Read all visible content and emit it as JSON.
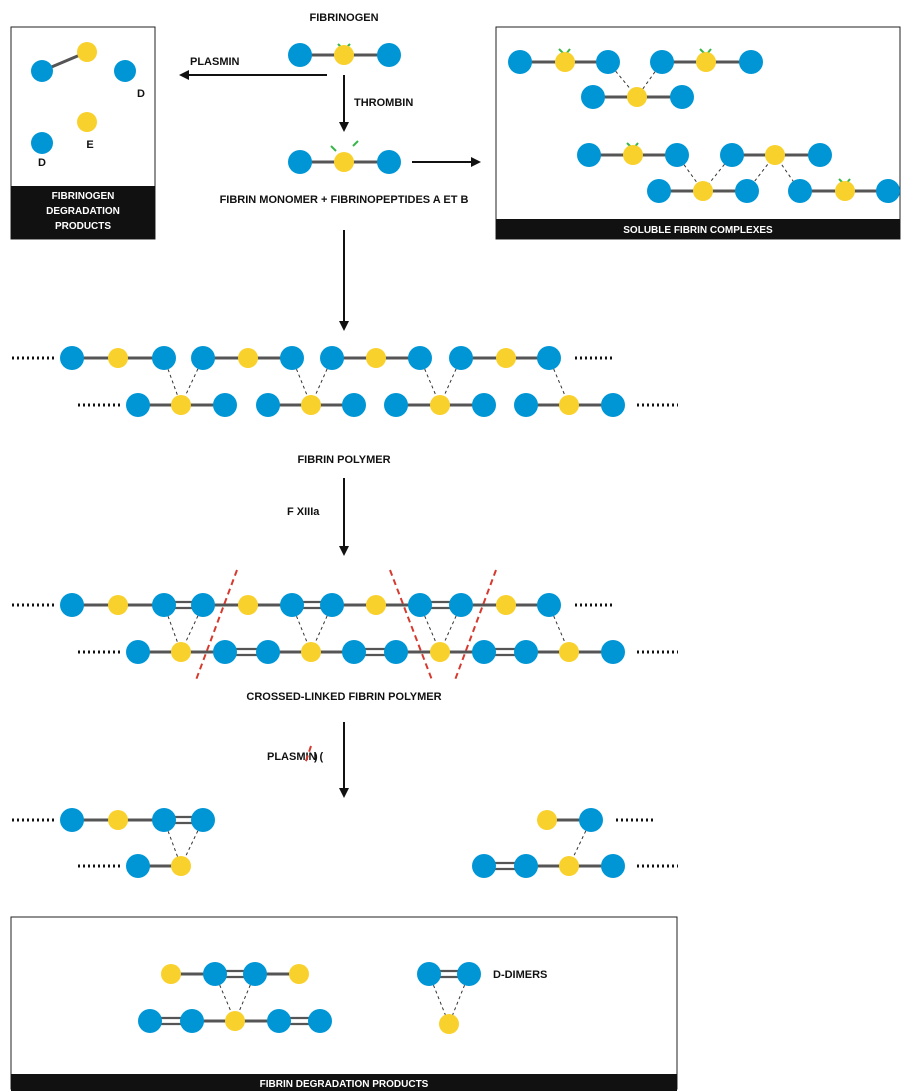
{
  "labels": {
    "fibrinogen": "FIBRINOGEN",
    "plasmin_top": "PLASMIN",
    "thrombin": "THROMBIN",
    "d_label_1": "D",
    "d_label_2": "D",
    "e_label": "E",
    "monomer": "FIBRIN MONOMER + FIBRINOPEPTIDES A ET B",
    "fibrin_polymer": "FIBRIN POLYMER",
    "f13a": "F XIIIa",
    "crosslinked": "CROSSED-LINKED FIBRIN POLYMER",
    "plasmin_bottom_prefix": "PLASMIN (",
    "plasmin_bottom_suffix": ")",
    "d_dimers": "D-DIMERS"
  },
  "boxes": {
    "fdp_title_1": "FIBRINOGEN",
    "fdp_title_2": "DEGRADATION",
    "fdp_title_3": "PRODUCTS",
    "soluble_title": "SOLUBLE FIBRIN COMPLEXES",
    "fibrin_degradation_title": "FIBRIN DEGRADATION PRODUCTS"
  },
  "colors": {
    "d_domain": "#0096d6",
    "e_domain": "#f9d12c",
    "fibrinopeptide": "#39b54a",
    "cleavage": "#d63a2f",
    "box_title_bg": "#111111"
  }
}
